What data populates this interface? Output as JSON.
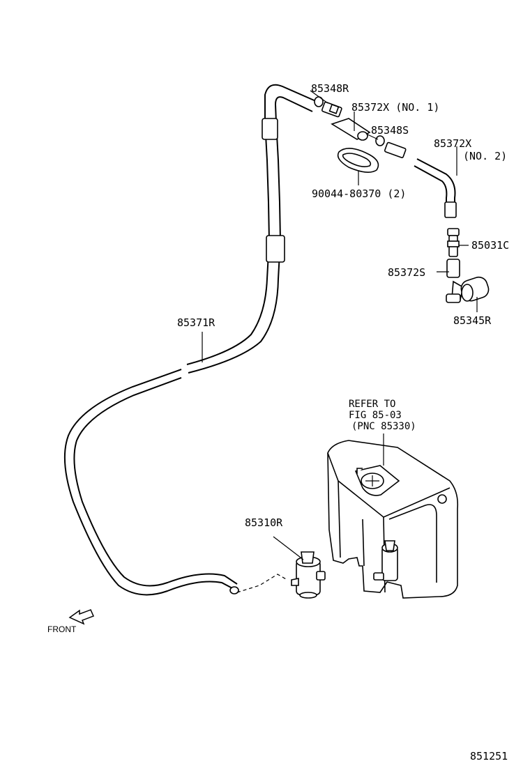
{
  "labels": {
    "p85348r": "85348R",
    "p85372x_no1": "85372X (NO. 1)",
    "p85348s": "85348S",
    "p85372x_no2_a": "85372X",
    "p85372x_no2_b": "(NO. 2)",
    "p90044": "90044-80370 (2)",
    "p85031c": "85031C",
    "p85372s": "85372S",
    "p85345r": "85345R",
    "p85371r": "85371R",
    "refer_1": "REFER TO",
    "refer_2": "FIG 85-03",
    "refer_3": "(PNC 85330)",
    "p85310r": "85310R",
    "front": "FRONT",
    "figure_number": "851251"
  }
}
